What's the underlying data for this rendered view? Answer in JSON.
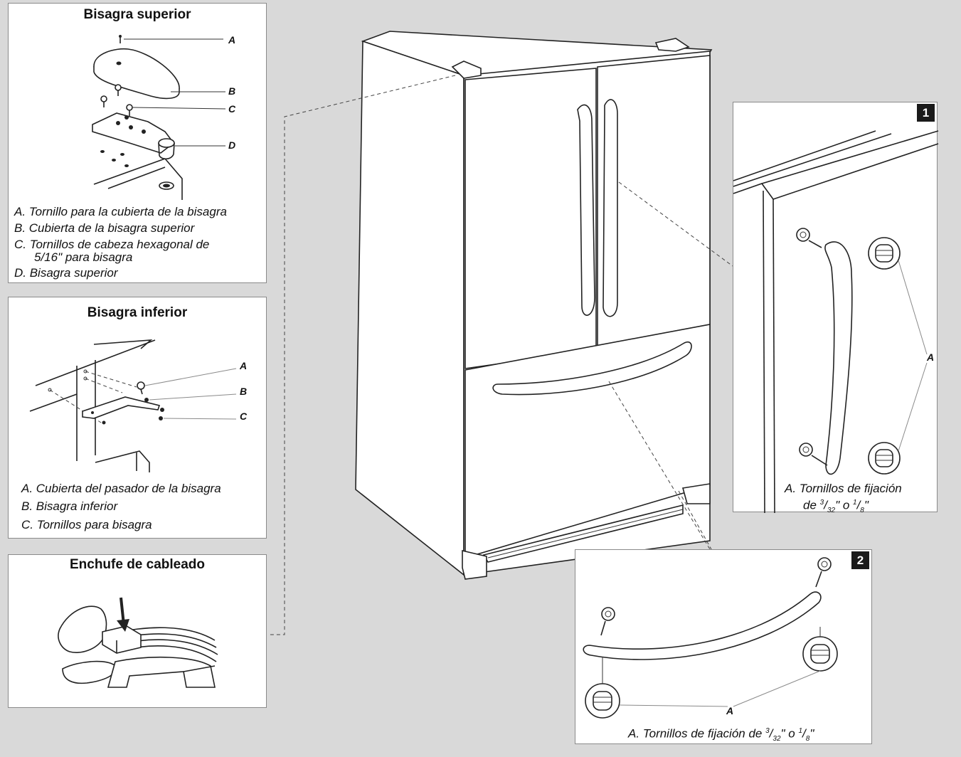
{
  "top_hinge": {
    "title": "Bisagra superior",
    "labels": [
      "A",
      "B",
      "C",
      "D"
    ],
    "legend": [
      "A. Tornillo para la cubierta de la bisagra",
      "B. Cubierta de la bisagra superior",
      "C. Tornillos de cabeza hexagonal de",
      "5/16\" para bisagra",
      "D. Bisagra superior"
    ]
  },
  "bottom_hinge": {
    "title": "Bisagra inferior",
    "labels": [
      "A",
      "B",
      "C"
    ],
    "legend": [
      "A. Cubierta del pasador de la bisagra",
      "B. Bisagra inferior",
      "C. Tornillos para bisagra"
    ]
  },
  "wiring": {
    "title": "Enchufe de cableado"
  },
  "step1": {
    "badge": "1",
    "label": "A",
    "caption_line1": "A. Tornillos de fijación",
    "caption_pre": "de ",
    "frac1_num": "3",
    "frac1_den": "32",
    "caption_mid": "\" o ",
    "frac2_num": "1",
    "frac2_den": "8",
    "caption_post": "\""
  },
  "step2": {
    "badge": "2",
    "label": "A",
    "caption_pre": "A. Tornillos de fijación de ",
    "frac1_num": "3",
    "frac1_den": "32",
    "caption_mid": "\" o ",
    "frac2_num": "1",
    "frac2_den": "8",
    "caption_post": "\""
  }
}
